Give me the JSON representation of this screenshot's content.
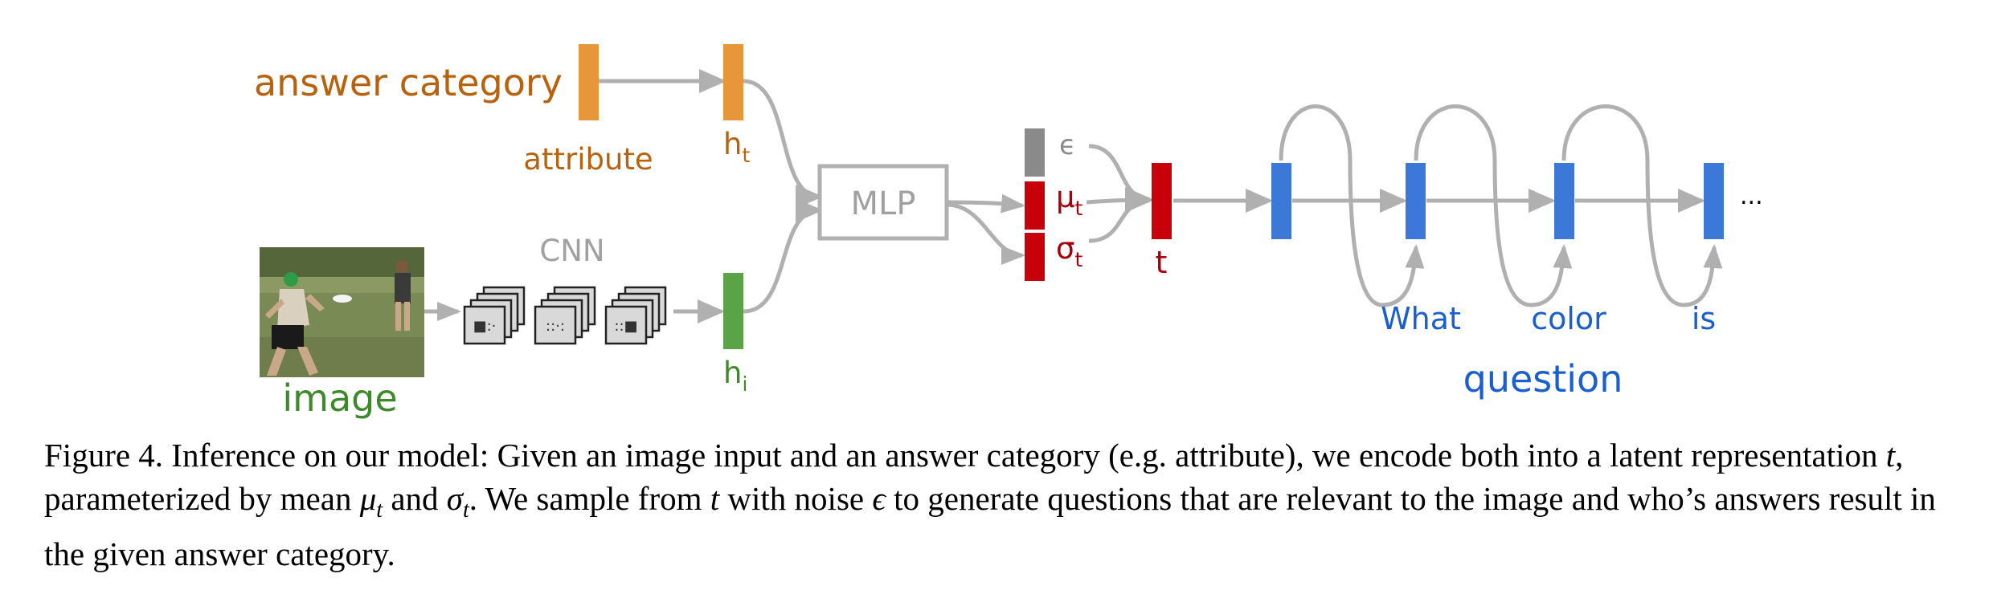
{
  "colors": {
    "answer": "#e8963a",
    "answer_text": "#b8620d",
    "image": "#5aa347",
    "image_text": "#3d8a2b",
    "latent": "#c8000a",
    "latent_text": "#a8000a",
    "noise": "#8a8a8a",
    "rnn": "#3c78d8",
    "question_text": "#1a5fd0",
    "arrow": "#b0b0b0",
    "mlp": "#b0b0b0"
  },
  "labels": {
    "answer_category": "answer category",
    "attribute": "attribute",
    "h": "h",
    "sub_t": "t",
    "sub_i": "i",
    "cnn": "CNN",
    "image": "image",
    "mlp": "MLP",
    "epsilon": "ϵ",
    "mu": "μ",
    "sigma": "σ",
    "t": "t",
    "ellipsis": "...",
    "question": "question",
    "words": [
      "What",
      "color",
      "is"
    ]
  },
  "caption": {
    "p1": "Figure 4. Inference on our model: Given an image input and an answer category (e.g. attribute), we encode both into a latent representation",
    "t1": "t",
    "p2": ", parameterized by mean ",
    "mu": "μ",
    "mu_sub": "t",
    "p3": " and ",
    "sigma": "σ",
    "sigma_sub": "t",
    "p4": ". We sample from ",
    "t2": "t",
    "p5": " with noise ",
    "eps": "ϵ",
    "p6": " to generate questions that are relevant to the image and who’s answers result in the given answer category."
  }
}
